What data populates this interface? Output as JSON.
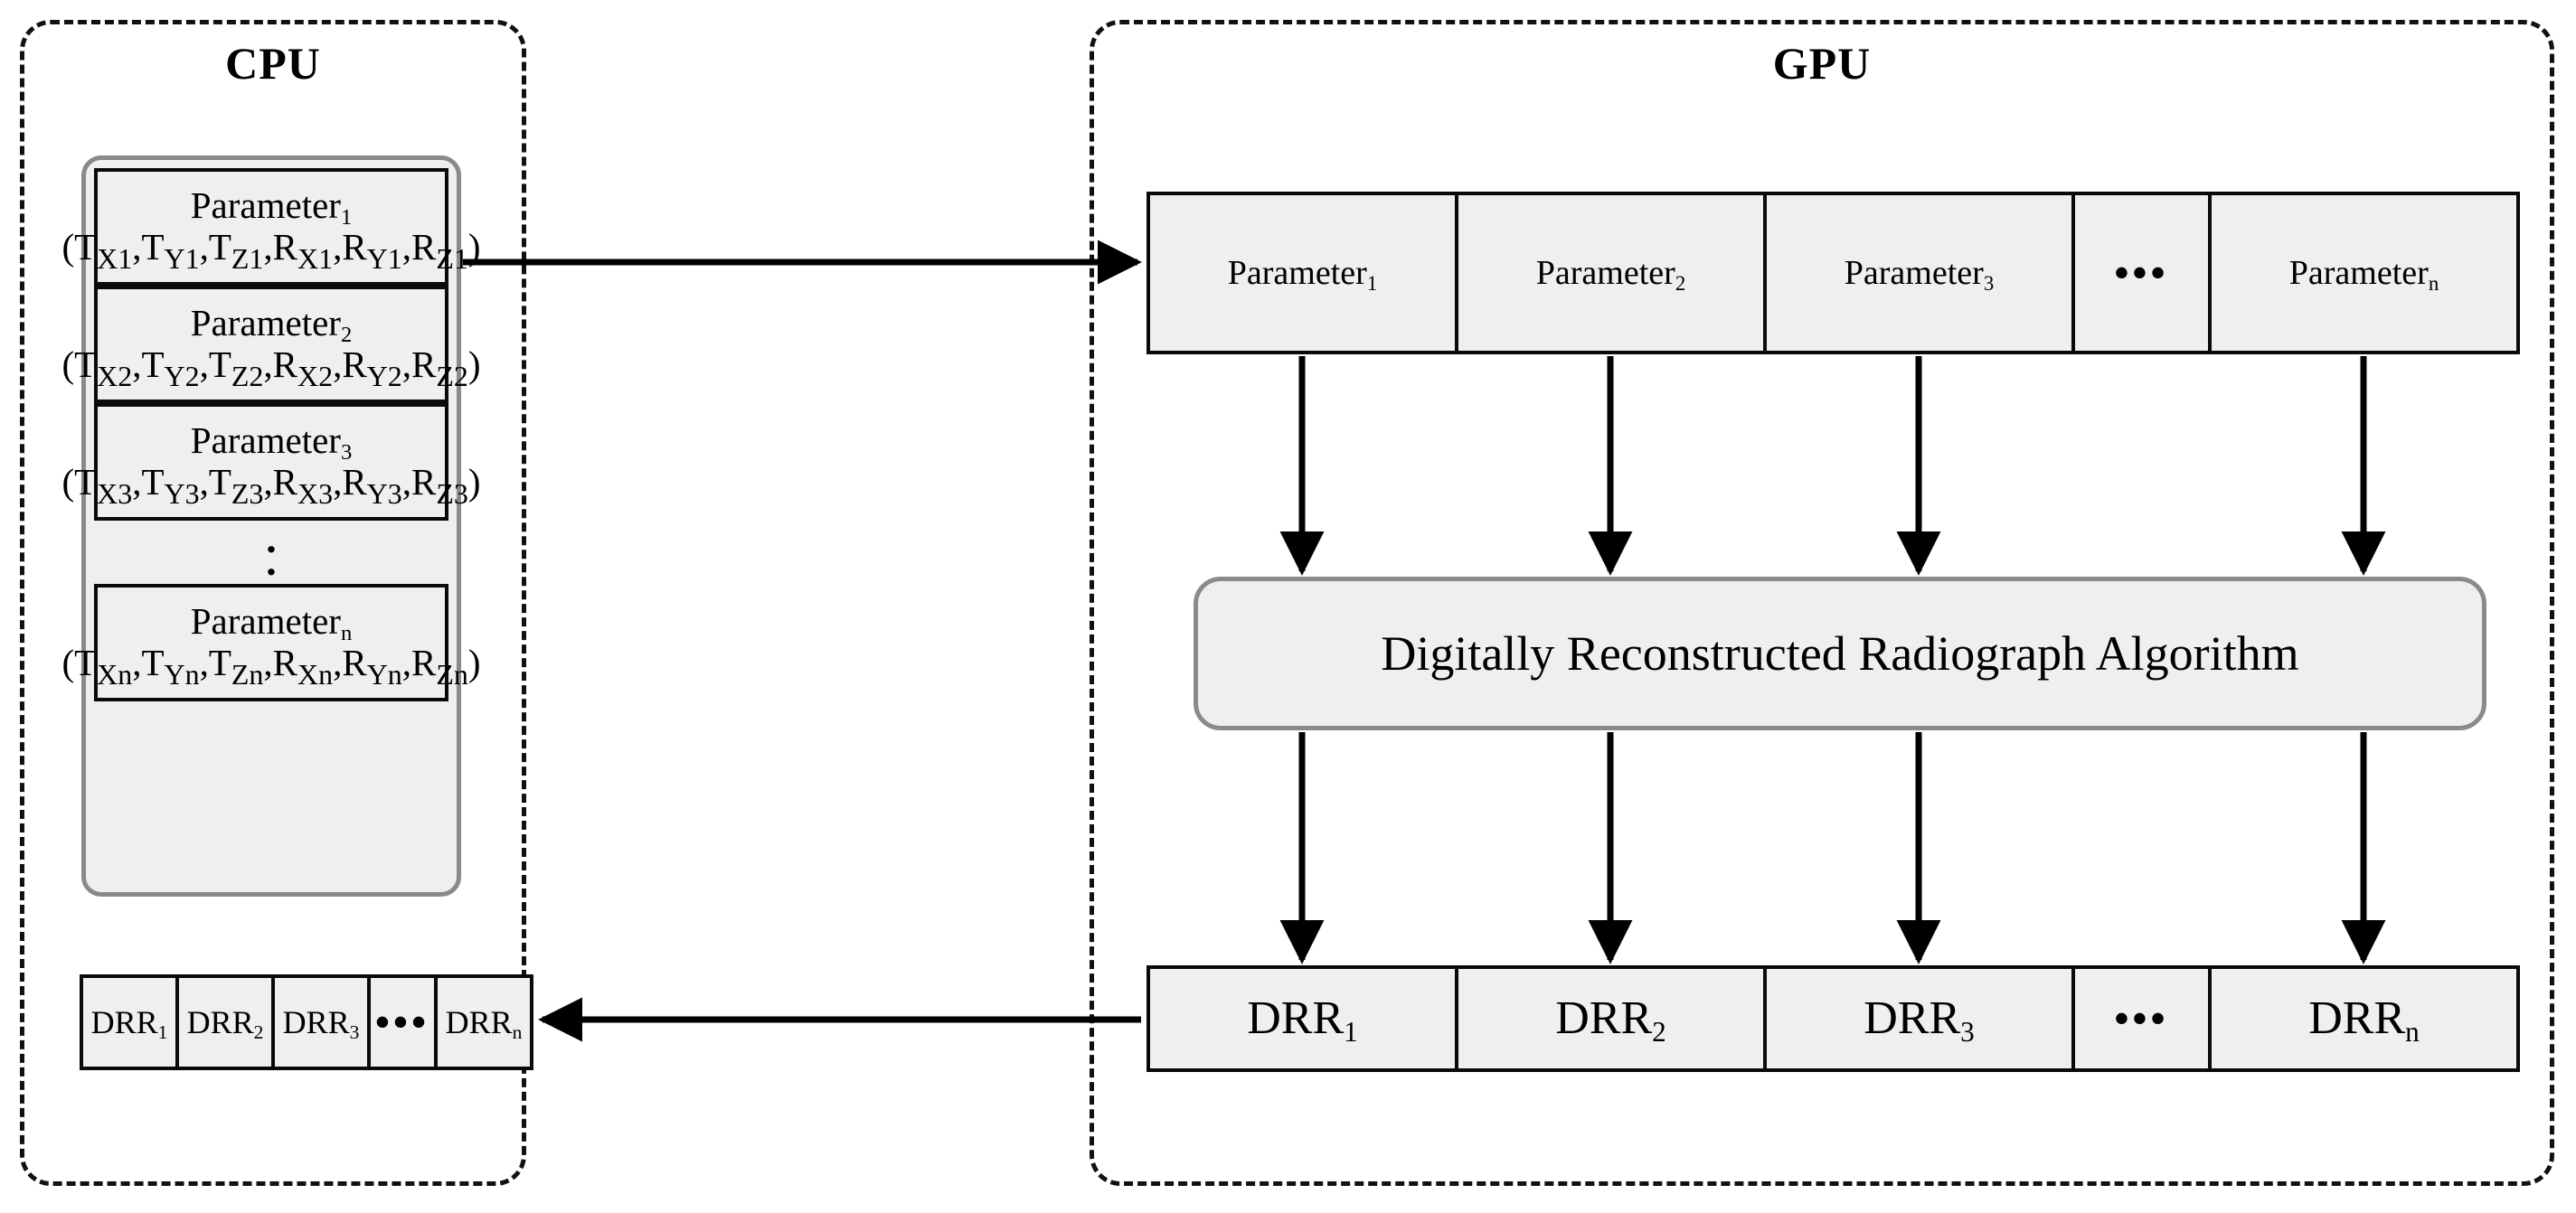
{
  "diagram": {
    "title_cpu": "CPU",
    "title_gpu": "GPU"
  },
  "cpu": {
    "label": "CPU",
    "parameters": [
      {
        "name": "Parameter",
        "index": "1",
        "tuple": "(TX1,TY1,TZ1,RX1,RY1,RZ1)"
      },
      {
        "name": "Parameter",
        "index": "2",
        "tuple": "(TX2,TY2,TZ2,RX2,RY2,RZ2)"
      },
      {
        "name": "Parameter",
        "index": "3",
        "tuple": "(TX3,TY3,TZ3,RX3,RY3,RZ3)"
      },
      {
        "name": "Parameter",
        "index": "n",
        "tuple": "(TXn,TYn,TZn,RXn,RYn,RZn)"
      }
    ],
    "vertical_ellipsis": "⋮",
    "drr_cells": [
      {
        "label": "DRR",
        "index": "1"
      },
      {
        "label": "DRR",
        "index": "2"
      },
      {
        "label": "DRR",
        "index": "3"
      },
      {
        "label": "•••",
        "index": ""
      },
      {
        "label": "DRR",
        "index": "n"
      }
    ]
  },
  "gpu": {
    "label": "GPU",
    "parameter_cells": [
      {
        "label": "Parameter",
        "index": "1"
      },
      {
        "label": "Parameter",
        "index": "2"
      },
      {
        "label": "Parameter",
        "index": "3"
      },
      {
        "label": "•••",
        "index": ""
      },
      {
        "label": "Parameter",
        "index": "n"
      }
    ],
    "algorithm": "Digitally Reconstructed Radiograph Algorithm",
    "drr_cells": [
      {
        "label": "DRR",
        "index": "1"
      },
      {
        "label": "DRR",
        "index": "2"
      },
      {
        "label": "DRR",
        "index": "3"
      },
      {
        "label": "•••",
        "index": ""
      },
      {
        "label": "DRR",
        "index": "n"
      }
    ]
  },
  "arrows": {
    "cpu_to_gpu": "arrow-right",
    "gpu_to_cpu": "arrow-left",
    "param_to_algorithm_count": 4,
    "algorithm_to_drr_count": 4
  },
  "colors": {
    "box_fill": "#efefef",
    "box_border": "#0a0a0a",
    "soft_border": "#8a8a8a",
    "dashed_border": "#111111",
    "background": "#ffffff"
  }
}
